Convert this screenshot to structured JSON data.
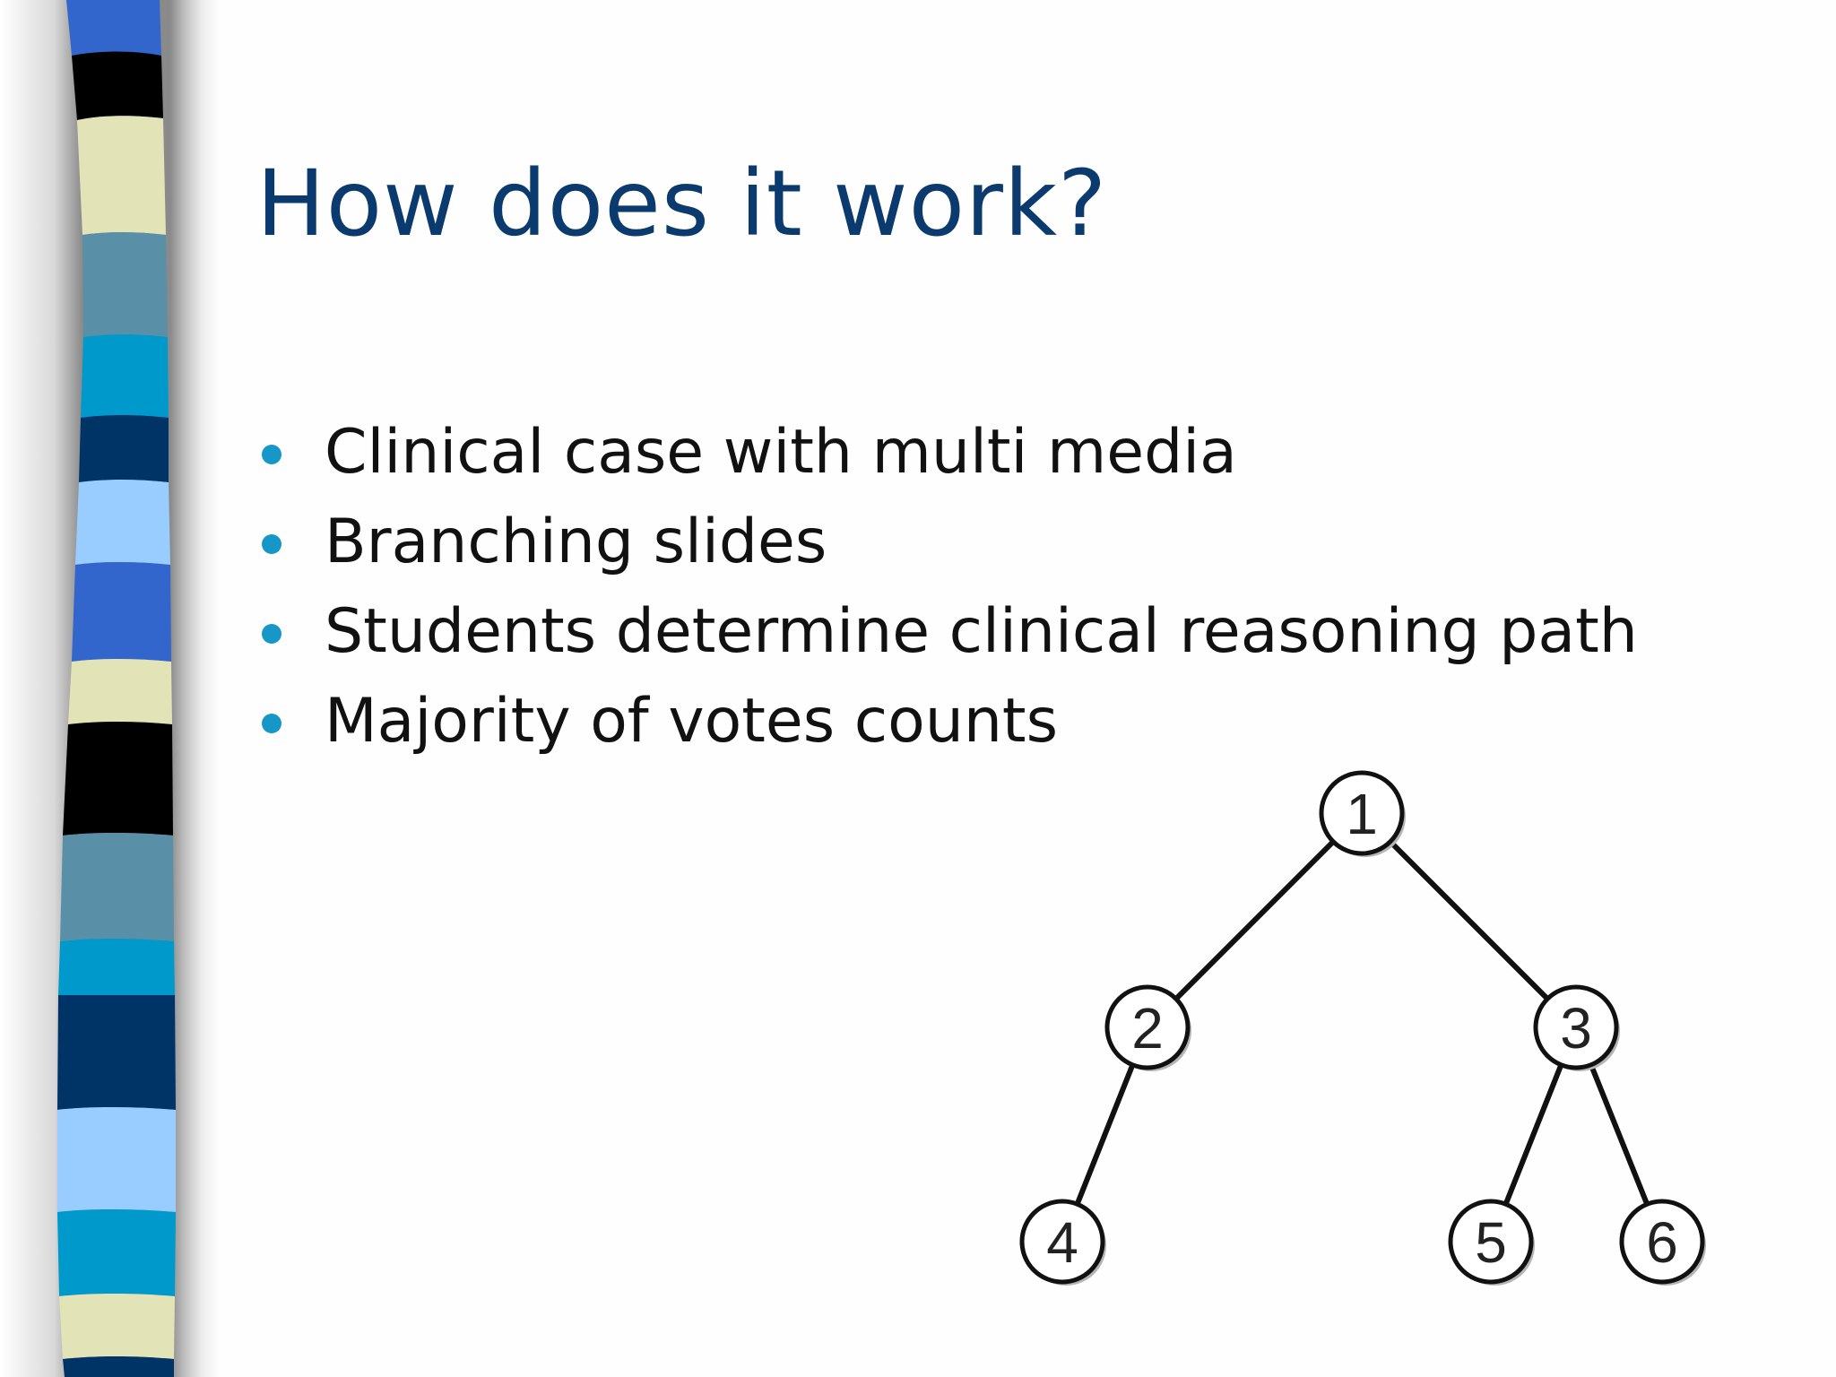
{
  "slide": {
    "title": "How does it work?",
    "bullets": [
      "Clinical case with multi media",
      "Branching slides",
      "Students determine clinical reasoning path",
      "Majority of votes counts"
    ]
  },
  "tree": {
    "nodes": [
      "1",
      "2",
      "3",
      "4",
      "5",
      "6"
    ],
    "edges": [
      [
        "1",
        "2"
      ],
      [
        "1",
        "3"
      ],
      [
        "2",
        "4"
      ],
      [
        "3",
        "5"
      ],
      [
        "3",
        "6"
      ]
    ]
  },
  "colors": {
    "title": "#0b3a6e",
    "bullet": "#1797c8",
    "stripe_palette": [
      "#3366cc",
      "#000000",
      "#e3e3b8",
      "#5a8fa8",
      "#0099cc",
      "#003366",
      "#99ccff"
    ]
  }
}
